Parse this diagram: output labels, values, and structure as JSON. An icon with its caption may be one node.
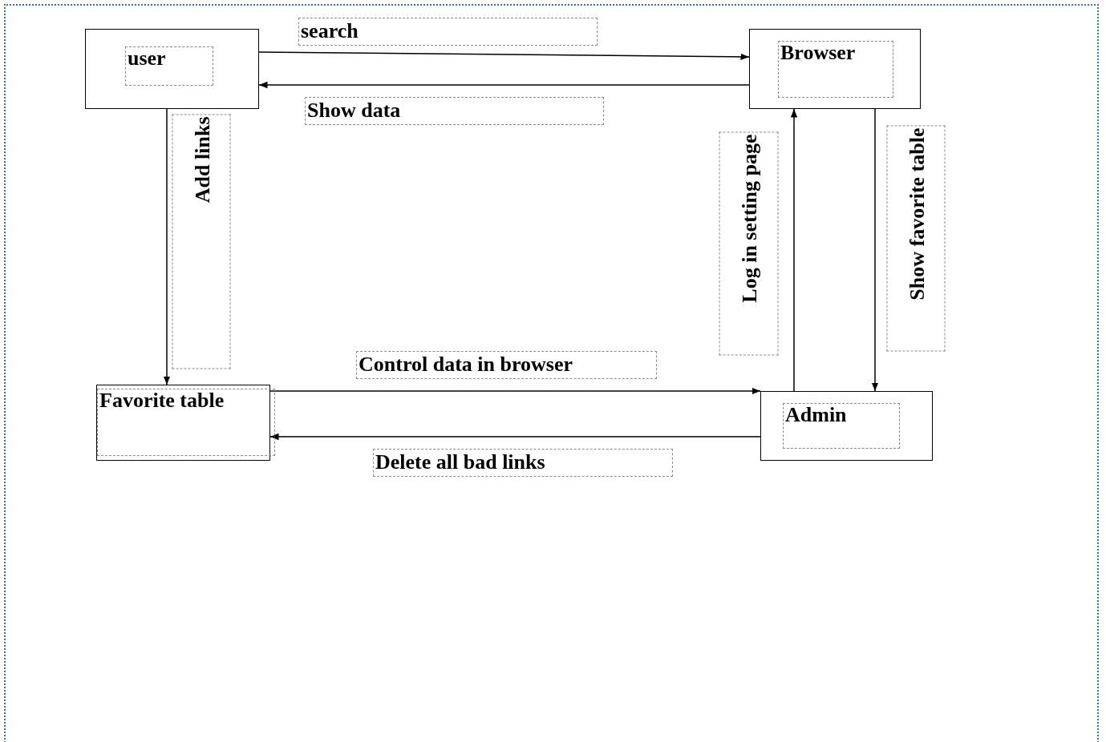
{
  "diagram": {
    "nodes": [
      {
        "text": [
          "user"
        ]
      },
      {
        "text": [
          "Browser"
        ]
      },
      {
        "text": [
          "Favorite table"
        ]
      },
      {
        "text": [
          "Admin"
        ]
      }
    ],
    "edges": [
      {
        "from": 0,
        "to": 1,
        "arrow": "to",
        "label": "search"
      },
      {
        "from": 1,
        "to": 0,
        "arrow": "to",
        "label": "Show data"
      },
      {
        "from": 0,
        "to": 2,
        "arrow": "to",
        "label": "Add links"
      },
      {
        "from": 2,
        "to": 3,
        "arrow": "to",
        "label": "Control data in browser"
      },
      {
        "from": 3,
        "to": 2,
        "arrow": "to",
        "label": "Delete all bad links"
      },
      {
        "from": 3,
        "to": 1,
        "arrow": "to",
        "label": "Log in setting page"
      },
      {
        "from": 1,
        "to": 3,
        "arrow": "to",
        "label": "Show favorite table"
      }
    ]
  }
}
